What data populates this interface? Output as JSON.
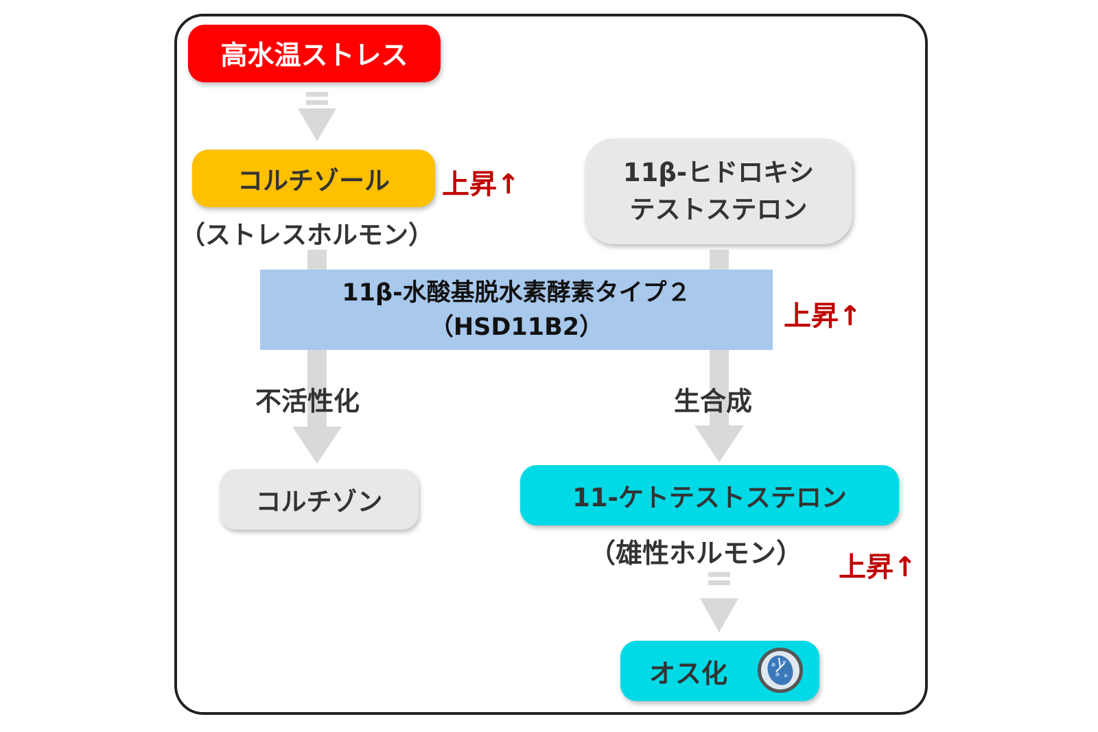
{
  "nodes": {
    "heat_stress": "高水温ストレス",
    "cortisol": "コルチゾール",
    "cortisol_sub": "（ストレスホルモン）",
    "hydroxytestosterone_line1": "11β-ヒドロキシ",
    "hydroxytestosterone_line2": "テストステロン",
    "enzyme_line1": "11β-水酸基脱水素酵素タイプ２",
    "enzyme_line2": "（HSD11B2）",
    "cortisone": "コルチゾン",
    "ketotestosterone": "11-ケトテストステロン",
    "ketotestosterone_sub": "（雄性ホルモン）",
    "masculinization": "オス化"
  },
  "edges": {
    "inactivation": "不活性化",
    "biosynthesis": "生合成"
  },
  "labels": {
    "increase": "上昇↑"
  },
  "colors": {
    "heat_stress": "#ff0000",
    "cortisol": "#ffc000",
    "gray_box": "#e8e8e8",
    "enzyme": "#a8c8ec",
    "teal_box": "#00d9e6",
    "arrow": "#d9d9d9",
    "increase_text": "#c00000"
  },
  "icons": {
    "masculinization": "testis-tissue-icon"
  }
}
